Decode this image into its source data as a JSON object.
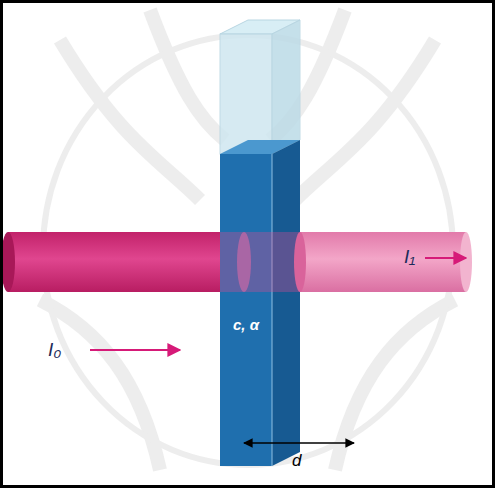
{
  "diagram": {
    "nodes": [
      {
        "text": [
          "c, α"
        ]
      }
    ],
    "labels": [
      "I₀",
      "I₁",
      "d"
    ]
  }
}
